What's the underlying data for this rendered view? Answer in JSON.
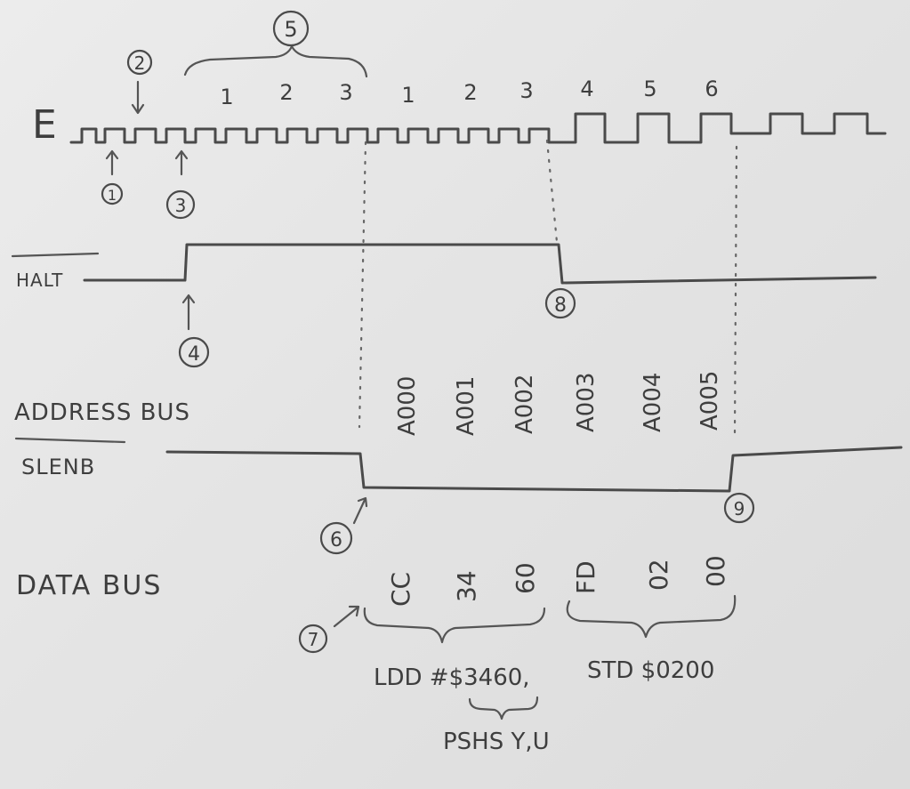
{
  "signals": {
    "e": "E",
    "halt": "HALT",
    "address_bus": "ADDRESS BUS",
    "slenb": "SLENB",
    "data_bus": "DATA BUS"
  },
  "markers": [
    "1",
    "2",
    "3",
    "4",
    "5",
    "6",
    "7",
    "8",
    "9"
  ],
  "cycle_numbers": [
    "1",
    "2",
    "3",
    "1",
    "2",
    "3",
    "4",
    "5",
    "6"
  ],
  "addresses": [
    "A000",
    "A001",
    "A002",
    "A003",
    "A004",
    "A005"
  ],
  "data_bytes": [
    "CC",
    "34",
    "60",
    "FD",
    "02",
    "00"
  ],
  "instructions": {
    "ldd": "LDD #$3460,",
    "std": "STD $0200",
    "pshs": "PSHS Y,U"
  }
}
